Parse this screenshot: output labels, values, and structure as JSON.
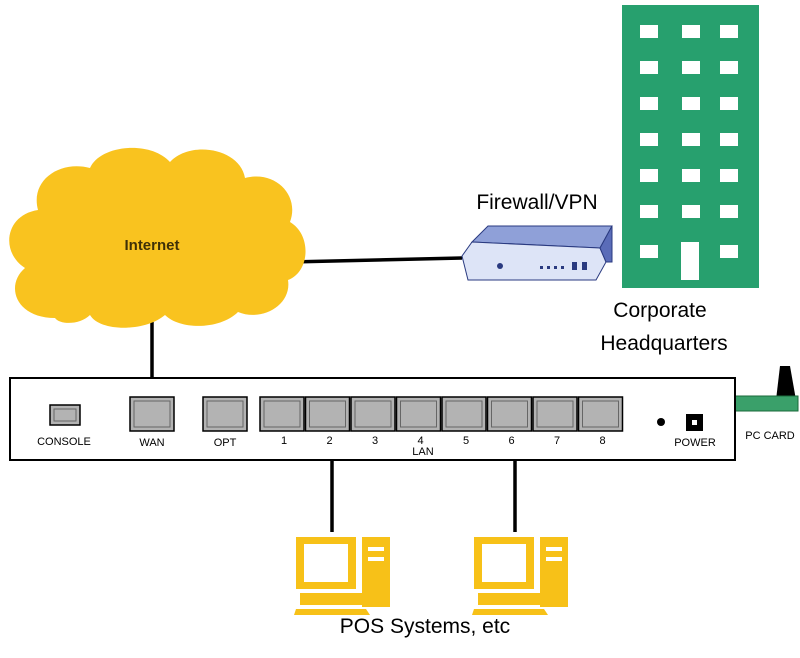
{
  "labels": {
    "internet": "Internet",
    "firewall": "Firewall/VPN",
    "hq_line1": "Corporate",
    "hq_line2": "Headquarters",
    "pos": "POS Systems, etc",
    "console": "CONSOLE",
    "wan": "WAN",
    "opt": "OPT",
    "lan": "LAN",
    "power": "POWER",
    "pc_card": "PC CARD"
  },
  "lan_ports": [
    "1",
    "2",
    "3",
    "4",
    "5",
    "6",
    "7",
    "8"
  ],
  "colors": {
    "cloud": "#f9c31f",
    "building": "#27a06e",
    "pc": "#f7c118",
    "port": "#b3b3b3",
    "firewall": "#c8d2f0",
    "card": "#3aa06a"
  }
}
